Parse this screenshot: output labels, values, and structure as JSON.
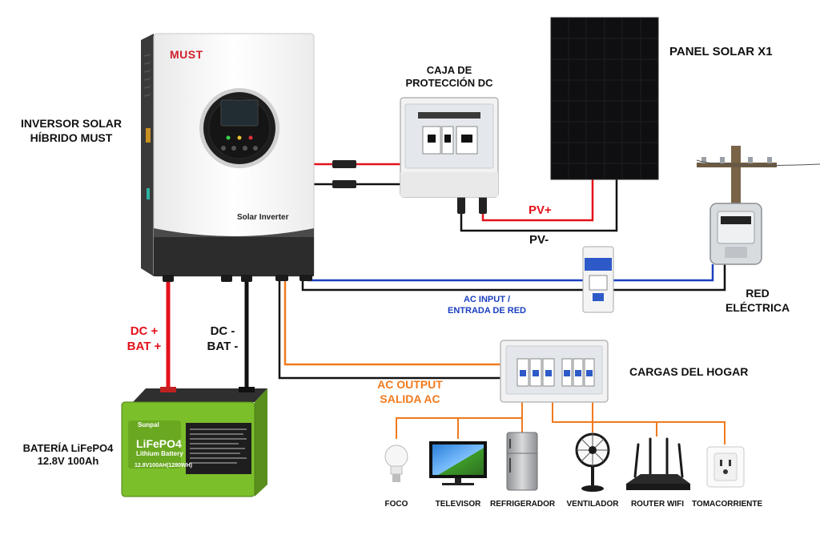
{
  "labels": {
    "inverter": [
      "INVERSOR SOLAR",
      "HÍBRIDO MUST"
    ],
    "dc_box": [
      "CAJA DE",
      "PROTECCIÓN DC"
    ],
    "solar_panel": "PANEL SOLAR X1",
    "pv_pos": "PV+",
    "pv_neg": "PV-",
    "grid": [
      "RED",
      "ELÉCTRICA"
    ],
    "ac_input": [
      "AC INPUT /",
      "ENTRADA DE RED"
    ],
    "dc_pos": [
      "DC +",
      "BAT +"
    ],
    "dc_neg": [
      "DC -",
      "BAT -"
    ],
    "ac_output": [
      "AC OUTPUT",
      "SALIDA AC"
    ],
    "home_loads": "CARGAS DEL HOGAR",
    "battery": [
      "BATERÍA LiFePO4",
      "12.8V 100Ah"
    ]
  },
  "inverter_device": {
    "brand": "MUST",
    "model_text": "Solar Inverter"
  },
  "battery_device": {
    "brand": "Sunpal",
    "title": "LiFePO4",
    "subtitle": "Lithium Battery",
    "rating": "12.8V100AH(1280WH)"
  },
  "appliances": [
    {
      "name": "FOCO",
      "icon": "light-bulb-icon"
    },
    {
      "name": "TELEVISOR",
      "icon": "television-icon"
    },
    {
      "name": "REFRIGERADOR",
      "icon": "refrigerator-icon"
    },
    {
      "name": "VENTILADOR",
      "icon": "fan-icon"
    },
    {
      "name": "ROUTER WIFI",
      "icon": "router-icon"
    },
    {
      "name": "TOMACORRIENTE",
      "icon": "outlet-icon"
    }
  ],
  "colors": {
    "positive": "#e3111b",
    "negative": "#111111",
    "ac_input": "#1a3fbf",
    "ac_output": "#f07a1e",
    "battery_green": "#7bbf2a"
  }
}
